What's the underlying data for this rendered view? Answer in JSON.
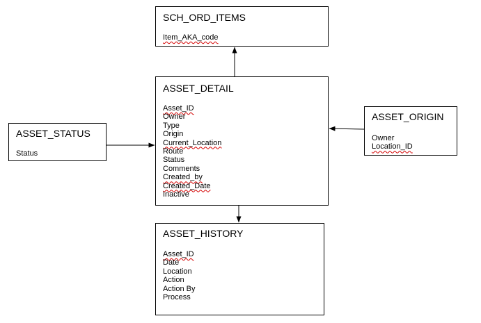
{
  "entities": {
    "sch_ord_items": {
      "title": "SCH_ORD_ITEMS",
      "fields": [
        {
          "text": "Item_AKA_code",
          "spell_flag": true
        }
      ]
    },
    "asset_detail": {
      "title": "ASSET_DETAIL",
      "fields": [
        {
          "text": "Asset_ID",
          "spell_flag": true
        },
        {
          "text": "Owner",
          "spell_flag": false
        },
        {
          "text": "Type",
          "spell_flag": false
        },
        {
          "text": "Origin",
          "spell_flag": false
        },
        {
          "text": "Current_Location",
          "spell_flag": true
        },
        {
          "text": "Route",
          "spell_flag": false
        },
        {
          "text": "Status",
          "spell_flag": false
        },
        {
          "text": "Comments",
          "spell_flag": false
        },
        {
          "text": "Created_by",
          "spell_flag": true
        },
        {
          "text": "Created_Date",
          "spell_flag": true
        },
        {
          "text": "Inactive",
          "spell_flag": false
        }
      ]
    },
    "asset_status": {
      "title": "ASSET_STATUS",
      "fields": [
        {
          "text": "Status",
          "spell_flag": false
        }
      ]
    },
    "asset_origin": {
      "title": "ASSET_ORIGIN",
      "fields": [
        {
          "text": "Owner",
          "spell_flag": false
        },
        {
          "text": "Location_ID",
          "spell_flag": true
        }
      ]
    },
    "asset_history": {
      "title": "ASSET_HISTORY",
      "fields": [
        {
          "text": "Asset_ID",
          "spell_flag": true
        },
        {
          "text": "Date",
          "spell_flag": false
        },
        {
          "text": "Location",
          "spell_flag": false
        },
        {
          "text": "Action",
          "spell_flag": false
        },
        {
          "text": "Action By",
          "spell_flag": false
        },
        {
          "text": "Process",
          "spell_flag": false
        }
      ]
    }
  },
  "relationships": [
    {
      "from": "asset_detail",
      "to": "sch_ord_items"
    },
    {
      "from": "asset_status",
      "to": "asset_detail"
    },
    {
      "from": "asset_origin",
      "to": "asset_detail"
    },
    {
      "from": "asset_detail",
      "to": "asset_history"
    }
  ],
  "colors": {
    "line": "#000000",
    "spell_underline": "#d40000"
  }
}
